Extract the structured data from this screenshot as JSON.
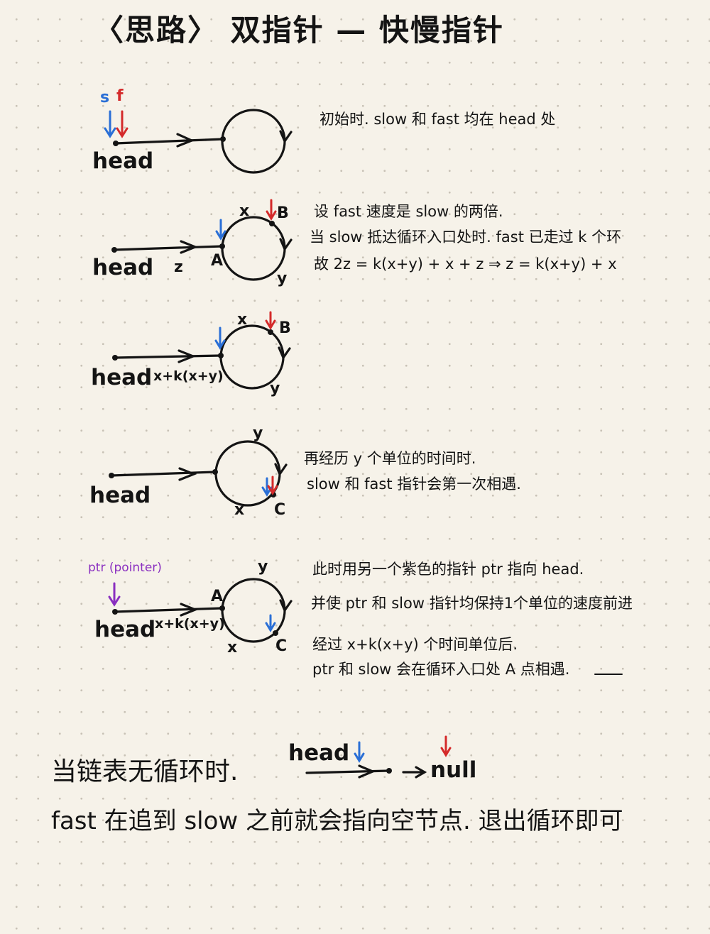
{
  "title": "〈思路〉 双指针 — 快慢指针",
  "labels": {
    "head": "head",
    "s": "s",
    "f": "f",
    "x": "x",
    "y": "y",
    "z": "z",
    "A": "A",
    "B": "B",
    "C": "C",
    "ptr_pointer": "ptr (pointer)",
    "null": "null",
    "x_plus_k": "x+k(x+y)"
  },
  "notes": {
    "n1": "初始时. slow 和 fast 均在 head 处",
    "n2_1": "设 fast 速度是 slow 的两倍.",
    "n2_2": "当 slow 抵达循环入口处时. fast 已走过 k 个环",
    "n2_3": "故 2z = k(x+y) + x + z    ⇒ z = k(x+y) + x",
    "n4_1": "再经历 y 个单位的时间时.",
    "n4_2": "slow 和 fast 指针会第一次相遇.",
    "n5_1": "此时用另一个紫色的指针 ptr 指向 head.",
    "n5_2": "并使 ptr 和 slow 指针均保持1个单位的速度前进",
    "n5_3": "经过 x+k(x+y) 个时间单位后.",
    "n5_4": "ptr 和 slow 会在循环入口处 A 点相遇."
  },
  "bottom": {
    "line1": "当链表无循环时.",
    "line2": "fast 在追到 slow 之前就会指向空节点. 退出循环即可"
  },
  "colors": {
    "slow": "#2a6fd6",
    "fast": "#d42a2a",
    "ptr": "#8a2fc0",
    "ink": "#141414"
  }
}
